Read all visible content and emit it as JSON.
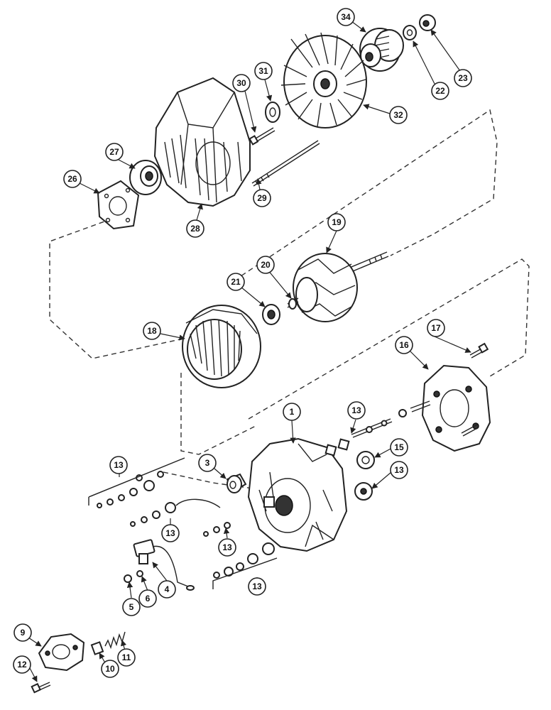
{
  "callouts": {
    "c1": "1",
    "c3": "3",
    "c4": "4",
    "c5": "5",
    "c6": "6",
    "c9": "9",
    "c10": "10",
    "c11": "11",
    "c12": "12",
    "c13a": "13",
    "c13b": "13",
    "c13c": "13",
    "c13d": "13",
    "c13e": "13",
    "c13f": "13",
    "c15": "15",
    "c16": "16",
    "c17": "17",
    "c18": "18",
    "c19": "19",
    "c20": "20",
    "c21": "21",
    "c22": "22",
    "c23": "23",
    "c26": "26",
    "c27": "27",
    "c28": "28",
    "c29": "29",
    "c30": "30",
    "c31": "31",
    "c32": "32",
    "c34": "34"
  }
}
